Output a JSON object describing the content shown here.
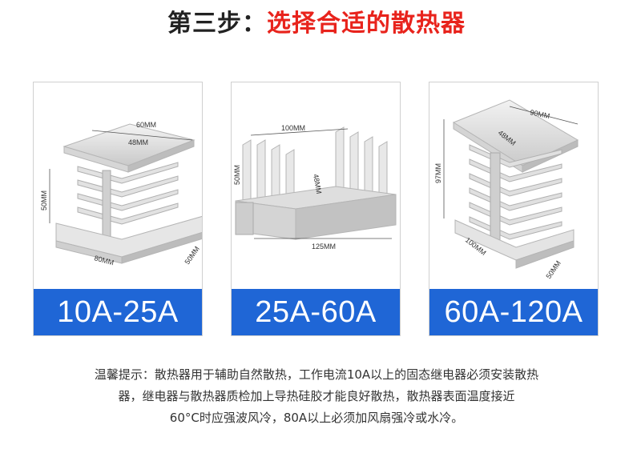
{
  "title": {
    "step": "第三步：",
    "main": "选择合适的散热器"
  },
  "cards": [
    {
      "label": "10A-25A",
      "dims": {
        "top_width": "60MM",
        "inner": "48MM",
        "height": "50MM",
        "length": "80MM",
        "base": "50MM"
      }
    },
    {
      "label": "25A-60A",
      "dims": {
        "top_width": "100MM",
        "inner": "48MM",
        "height": "50MM",
        "length": "125MM"
      }
    },
    {
      "label": "60A-120A",
      "dims": {
        "top_width": "90MM",
        "inner": "48MM",
        "height": "97MM",
        "length": "100MM",
        "base": "50MM"
      }
    }
  ],
  "note": {
    "line1": "温馨提示：散热器用于辅助自然散热，工作电流10A以上的固态继电器必须安装散热",
    "line2": "器，继电器与散热器质检加上导热硅胶才能良好散热，散热器表面温度接近",
    "line3": "60°C时应强波风冷，80A以上必须加风扇强冷或水冷。"
  },
  "colors": {
    "accent_red": "#e8231c",
    "label_blue": "#1f66d6"
  }
}
